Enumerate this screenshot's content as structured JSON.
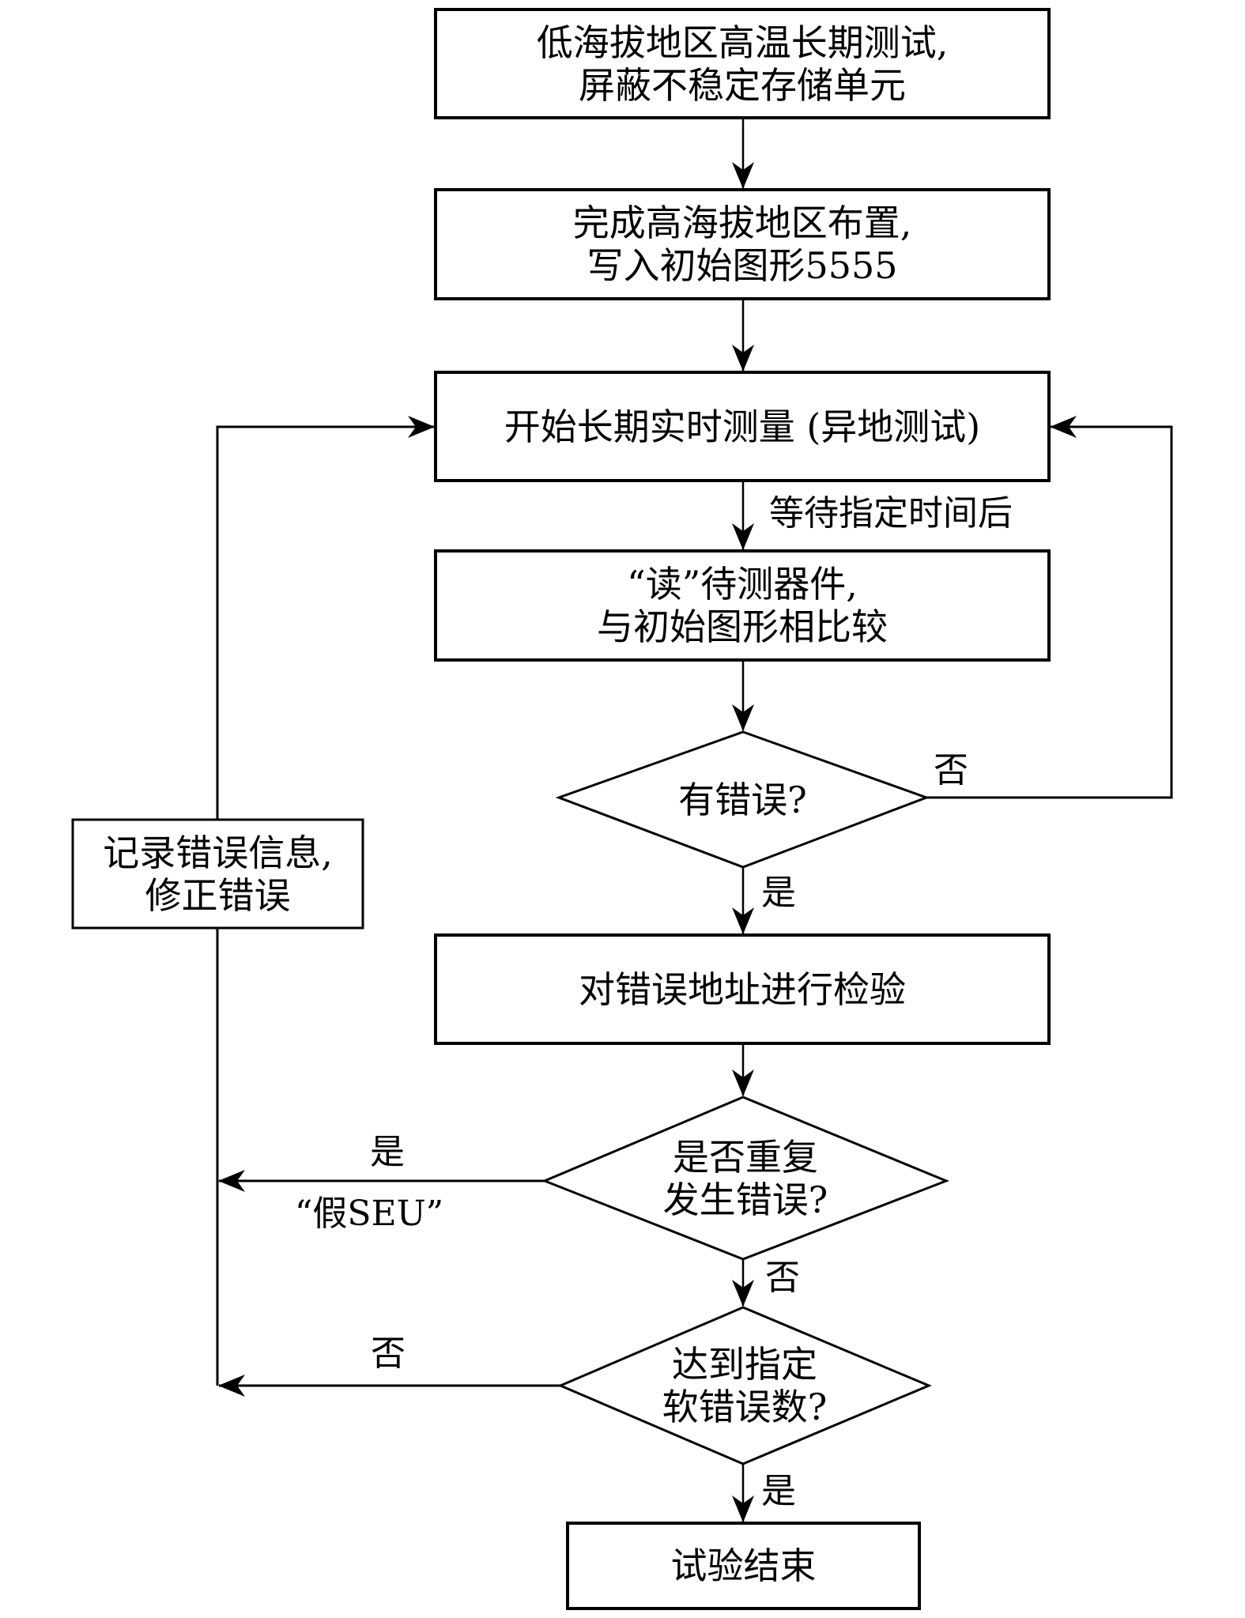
{
  "diagram": {
    "type": "flowchart",
    "nodes": [
      {
        "id": "init-test",
        "shape": "process",
        "lines": [
          "低海拔地区高温长期测试,",
          "屏蔽不稳定存储单元"
        ]
      },
      {
        "id": "deploy",
        "shape": "process",
        "lines": [
          "完成高海拔地区布置,",
          "写入初始图形5555"
        ]
      },
      {
        "id": "start-measure",
        "shape": "process",
        "lines": [
          "开始长期实时测量 (异地测试)"
        ]
      },
      {
        "id": "read-compare",
        "shape": "process",
        "lines": [
          "“读”待测器件,",
          "与初始图形相比较"
        ]
      },
      {
        "id": "has-error",
        "shape": "decision",
        "lines": [
          "有错误?"
        ]
      },
      {
        "id": "check-address",
        "shape": "process",
        "lines": [
          "对错误地址进行检验"
        ]
      },
      {
        "id": "repeat-error",
        "shape": "decision",
        "lines": [
          "是否重复",
          "发生错误?"
        ]
      },
      {
        "id": "reach-count",
        "shape": "decision",
        "lines": [
          "达到指定",
          "软错误数?"
        ]
      },
      {
        "id": "end",
        "shape": "process",
        "lines": [
          "试验结束"
        ]
      },
      {
        "id": "record-fix",
        "shape": "process",
        "lines": [
          "记录错误信息,",
          "修正错误"
        ]
      }
    ],
    "edges": [
      {
        "from": "init-test",
        "to": "deploy",
        "label": ""
      },
      {
        "from": "deploy",
        "to": "start-measure",
        "label": ""
      },
      {
        "from": "start-measure",
        "to": "read-compare",
        "label": "等待指定时间后"
      },
      {
        "from": "read-compare",
        "to": "has-error",
        "label": ""
      },
      {
        "from": "has-error",
        "to": "start-measure",
        "label": "否"
      },
      {
        "from": "has-error",
        "to": "check-address",
        "label": "是"
      },
      {
        "from": "check-address",
        "to": "repeat-error",
        "label": ""
      },
      {
        "from": "repeat-error",
        "to": "record-fix",
        "label": "是",
        "sublabel": "“假SEU”"
      },
      {
        "from": "repeat-error",
        "to": "reach-count",
        "label": "否"
      },
      {
        "from": "reach-count",
        "to": "record-fix",
        "label": "否"
      },
      {
        "from": "reach-count",
        "to": "end",
        "label": "是"
      },
      {
        "from": "record-fix",
        "to": "start-measure",
        "label": ""
      }
    ]
  },
  "labels": {
    "wait": "等待指定时间后",
    "has_error_no": "否",
    "has_error_yes": "是",
    "repeat_yes": "是",
    "repeat_yes_note": "“假SEU”",
    "repeat_no": "否",
    "reach_no": "否",
    "reach_yes": "是"
  },
  "colors": {
    "stroke": "#000000",
    "background": "#ffffff"
  }
}
